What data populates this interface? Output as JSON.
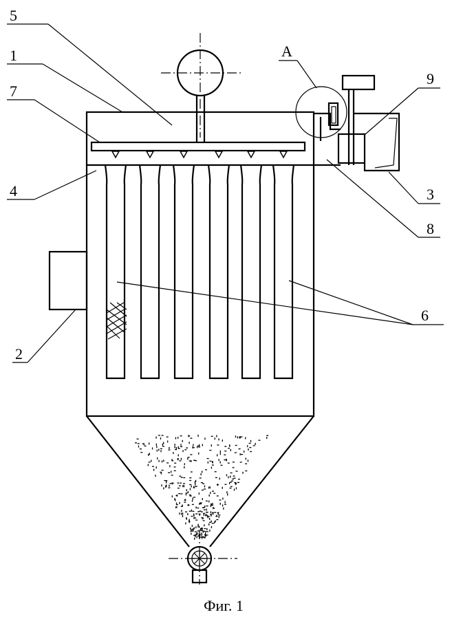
{
  "figure": {
    "caption": "Фиг. 1",
    "callouts": [
      "5",
      "1",
      "7",
      "4",
      "2",
      "A",
      "9",
      "3",
      "8",
      "6"
    ]
  },
  "colors": {
    "ink": "#000000",
    "background": "#ffffff"
  }
}
